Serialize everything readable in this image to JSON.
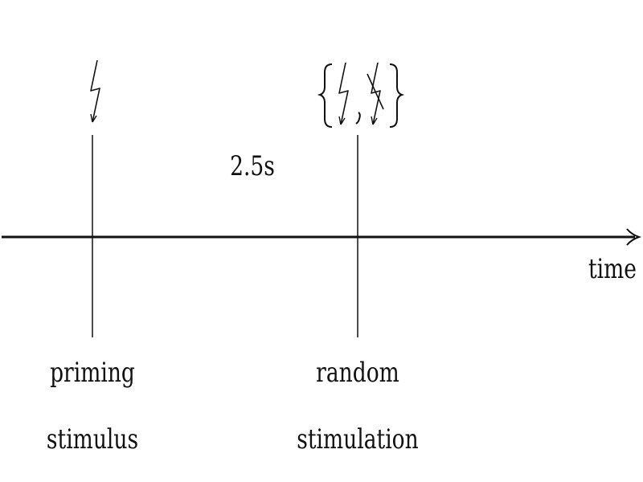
{
  "diagram": {
    "axis_label": "time",
    "interval_label": "2.5s",
    "events": [
      {
        "name": "priming",
        "label_line1": "priming",
        "label_line2": "stimulus",
        "symbol": "lightning-bolt"
      },
      {
        "name": "random",
        "label_line1": "random",
        "label_line2": "stimulation",
        "symbol": "set of {lightning-bolt, crossed-lightning-bolt}"
      }
    ],
    "colors": {
      "ink": "#111111",
      "background": "#ffffff"
    }
  }
}
